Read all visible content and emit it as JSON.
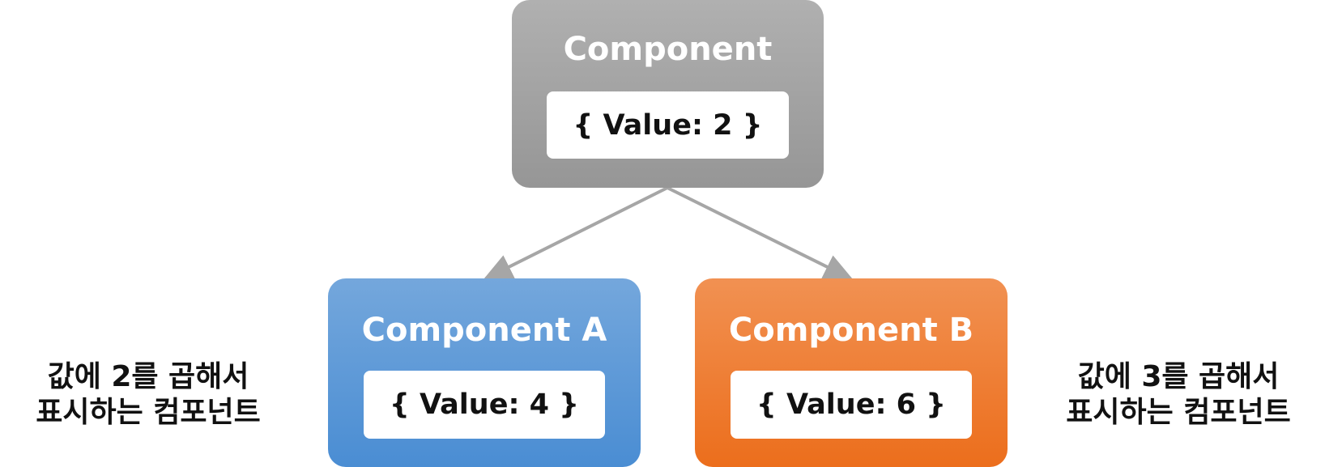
{
  "root": {
    "title": "Component",
    "value": "{ Value: 2 }"
  },
  "children": [
    {
      "title": "Component A",
      "value": "{ Value: 4 }",
      "description_line1": "값에 2를 곱해서",
      "description_line2": "표시하는 컴포넌트"
    },
    {
      "title": "Component B",
      "value": "{ Value: 6 }",
      "description_line1": "값에 3를 곱해서",
      "description_line2": "표시하는 컴포넌트"
    }
  ],
  "colors": {
    "root": "#a3a3a3",
    "component_a": "#5b9bd5",
    "component_b": "#ed7d31",
    "connector": "#a6a6a6"
  }
}
